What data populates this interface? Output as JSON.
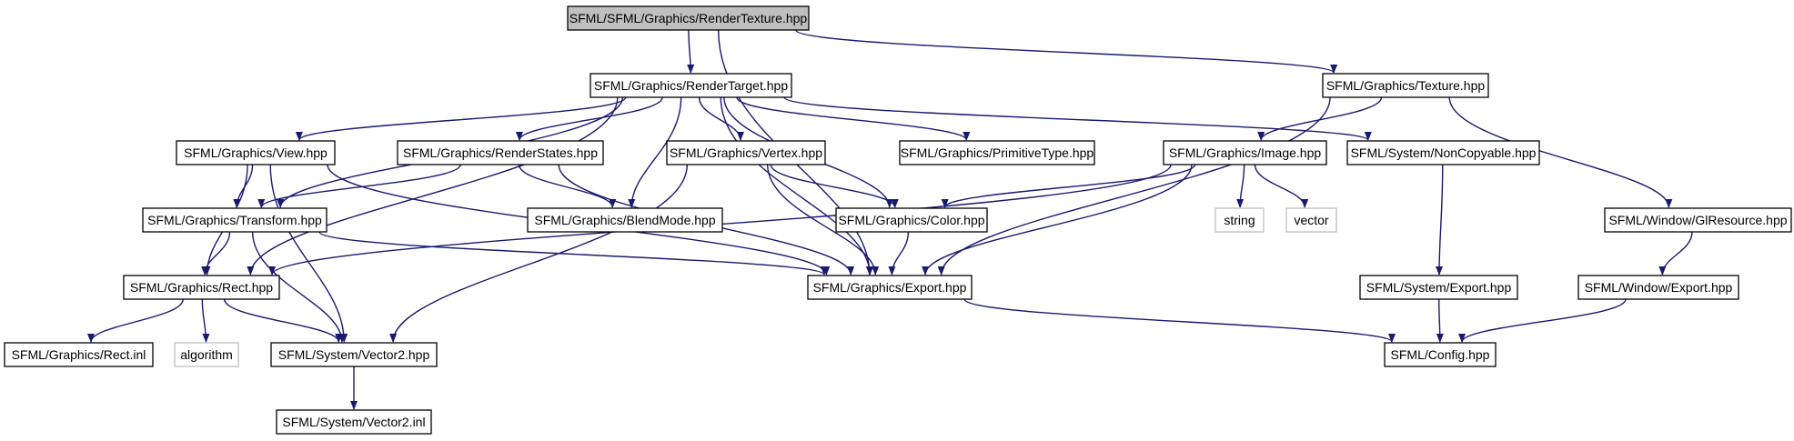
{
  "colors": {
    "edge": "#191970",
    "node_border": "#000000",
    "root_fill": "#bfbfbf",
    "node_fill": "#ffffff",
    "external_border": "#bfbfbf"
  },
  "nodes": {
    "rendertexture": {
      "label": "SFML/SFML/Graphics/RenderTexture.hpp",
      "kind": "root"
    },
    "rendertarget": {
      "label": "SFML/Graphics/RenderTarget.hpp",
      "kind": "normal"
    },
    "texture": {
      "label": "SFML/Graphics/Texture.hpp",
      "kind": "normal"
    },
    "view": {
      "label": "SFML/Graphics/View.hpp",
      "kind": "normal"
    },
    "renderstates": {
      "label": "SFML/Graphics/RenderStates.hpp",
      "kind": "normal"
    },
    "vertex": {
      "label": "SFML/Graphics/Vertex.hpp",
      "kind": "normal"
    },
    "primitivetype": {
      "label": "SFML/Graphics/PrimitiveType.hpp",
      "kind": "normal"
    },
    "image": {
      "label": "SFML/Graphics/Image.hpp",
      "kind": "normal"
    },
    "noncopyable": {
      "label": "SFML/System/NonCopyable.hpp",
      "kind": "normal"
    },
    "transform": {
      "label": "SFML/Graphics/Transform.hpp",
      "kind": "normal"
    },
    "blendmode": {
      "label": "SFML/Graphics/BlendMode.hpp",
      "kind": "normal"
    },
    "color": {
      "label": "SFML/Graphics/Color.hpp",
      "kind": "normal"
    },
    "string": {
      "label": "string",
      "kind": "external"
    },
    "vector": {
      "label": "vector",
      "kind": "external"
    },
    "glresource": {
      "label": "SFML/Window/GlResource.hpp",
      "kind": "normal"
    },
    "rect": {
      "label": "SFML/Graphics/Rect.hpp",
      "kind": "normal"
    },
    "gexport": {
      "label": "SFML/Graphics/Export.hpp",
      "kind": "normal"
    },
    "sexport": {
      "label": "SFML/System/Export.hpp",
      "kind": "normal"
    },
    "wexport": {
      "label": "SFML/Window/Export.hpp",
      "kind": "normal"
    },
    "rectinl": {
      "label": "SFML/Graphics/Rect.inl",
      "kind": "normal"
    },
    "algorithm": {
      "label": "algorithm",
      "kind": "external"
    },
    "vector2": {
      "label": "SFML/System/Vector2.hpp",
      "kind": "normal"
    },
    "config": {
      "label": "SFML/Config.hpp",
      "kind": "normal"
    },
    "vector2inl": {
      "label": "SFML/System/Vector2.inl",
      "kind": "normal"
    }
  },
  "edges": [
    [
      "rendertexture",
      "rendertarget"
    ],
    [
      "rendertexture",
      "texture"
    ],
    [
      "rendertexture",
      "gexport"
    ],
    [
      "rendertarget",
      "view"
    ],
    [
      "rendertarget",
      "renderstates"
    ],
    [
      "rendertarget",
      "vertex"
    ],
    [
      "rendertarget",
      "primitivetype"
    ],
    [
      "rendertarget",
      "noncopyable"
    ],
    [
      "rendertarget",
      "transform"
    ],
    [
      "rendertarget",
      "rect"
    ],
    [
      "rendertarget",
      "blendmode"
    ],
    [
      "rendertarget",
      "color"
    ],
    [
      "rendertarget",
      "gexport"
    ],
    [
      "texture",
      "image"
    ],
    [
      "texture",
      "glresource"
    ],
    [
      "texture",
      "gexport"
    ],
    [
      "view",
      "transform"
    ],
    [
      "view",
      "rect"
    ],
    [
      "view",
      "vector2"
    ],
    [
      "view",
      "gexport"
    ],
    [
      "renderstates",
      "transform"
    ],
    [
      "renderstates",
      "blendmode"
    ],
    [
      "renderstates",
      "gexport"
    ],
    [
      "vertex",
      "color"
    ],
    [
      "vertex",
      "vector2"
    ],
    [
      "vertex",
      "gexport"
    ],
    [
      "image",
      "color"
    ],
    [
      "image",
      "string"
    ],
    [
      "image",
      "vector"
    ],
    [
      "image",
      "rect"
    ],
    [
      "image",
      "gexport"
    ],
    [
      "noncopyable",
      "sexport"
    ],
    [
      "transform",
      "rect"
    ],
    [
      "transform",
      "vector2"
    ],
    [
      "transform",
      "gexport"
    ],
    [
      "color",
      "gexport"
    ],
    [
      "glresource",
      "wexport"
    ],
    [
      "rect",
      "rectinl"
    ],
    [
      "rect",
      "algorithm"
    ],
    [
      "rect",
      "vector2"
    ],
    [
      "gexport",
      "config"
    ],
    [
      "sexport",
      "config"
    ],
    [
      "wexport",
      "config"
    ],
    [
      "vector2",
      "vector2inl"
    ]
  ]
}
